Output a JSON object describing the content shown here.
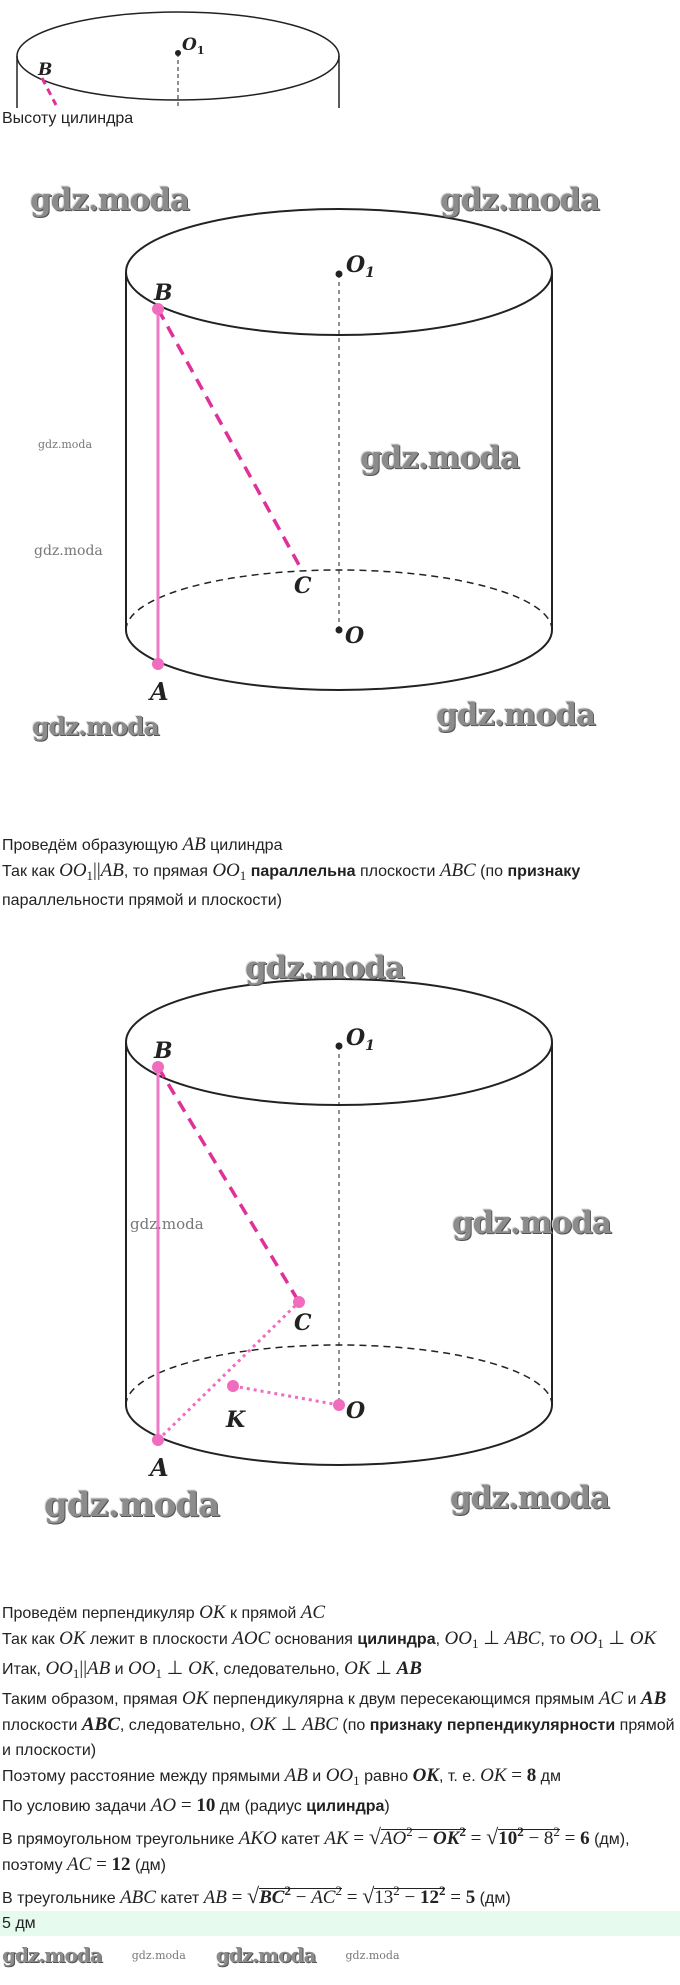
{
  "figure_top": {
    "labels": {
      "B": "B",
      "O1": "O",
      "O1_sub": "1"
    }
  },
  "caption": "Высоту цилиндра",
  "figure1": {
    "labels": {
      "B": "B",
      "O1": "O",
      "O1_sub": "1",
      "C": "C",
      "O": "O",
      "A": "A"
    },
    "watermarks": [
      "gdz.moda",
      "gdz.moda",
      "gdz.moda",
      "gdz.moda",
      "gdz.moda",
      "gdz.moda",
      "gdz.moda"
    ]
  },
  "figure2": {
    "labels": {
      "B": "B",
      "O1": "O",
      "O1_sub": "1",
      "C": "C",
      "O": "O",
      "A": "A",
      "K": "K"
    },
    "watermarks": [
      "gdz.moda",
      "gdz.moda",
      "gdz.moda",
      "gdz.moda",
      "gdz.moda"
    ]
  },
  "text_watermarks": [
    "gdz.moda",
    "gdz.moda",
    "gdz.moda",
    "gdz.moda"
  ],
  "accent_color": "#f06cbf",
  "answer_bg": "#e6faee",
  "block1": [
    [
      {
        "s": "n",
        "t": "Проведём образующую "
      },
      {
        "s": "m",
        "t": "AB"
      },
      {
        "s": "n",
        "t": " цилиндра"
      }
    ],
    [
      {
        "s": "n",
        "t": "Так как "
      },
      {
        "s": "m",
        "t": "OO"
      },
      {
        "s": "sub",
        "t": "1"
      },
      {
        "s": "mr",
        "t": "||"
      },
      {
        "s": "m",
        "t": "AB"
      },
      {
        "s": "n",
        "t": ", то прямая "
      },
      {
        "s": "m",
        "t": "OO"
      },
      {
        "s": "sub",
        "t": "1"
      },
      {
        "s": "n",
        "t": " "
      },
      {
        "s": "b",
        "t": "параллельна"
      },
      {
        "s": "n",
        "t": " плоскости "
      },
      {
        "s": "m",
        "t": "ABC"
      },
      {
        "s": "n",
        "t": " (по "
      },
      {
        "s": "b",
        "t": "признаку"
      },
      {
        "s": "n",
        "t": " параллельности прямой и плоскости)"
      }
    ]
  ],
  "block2": [
    [
      {
        "s": "n",
        "t": "Проведём перпендикуляр "
      },
      {
        "s": "m",
        "t": "OK"
      },
      {
        "s": "n",
        "t": " к прямой "
      },
      {
        "s": "m",
        "t": "AC"
      }
    ],
    [
      {
        "s": "n",
        "t": "Так как "
      },
      {
        "s": "m",
        "t": "OK"
      },
      {
        "s": "n",
        "t": " лежит в плоскости "
      },
      {
        "s": "m",
        "t": "AOC"
      },
      {
        "s": "n",
        "t": " основания "
      },
      {
        "s": "b",
        "t": "цилиндра"
      },
      {
        "s": "n",
        "t": ", "
      },
      {
        "s": "m",
        "t": "OO"
      },
      {
        "s": "sub",
        "t": "1"
      },
      {
        "s": "mr",
        "t": " ⊥ "
      },
      {
        "s": "m",
        "t": "ABC"
      },
      {
        "s": "n",
        "t": ", то "
      },
      {
        "s": "m",
        "t": "OO"
      },
      {
        "s": "sub",
        "t": "1"
      },
      {
        "s": "mr",
        "t": " ⊥ "
      },
      {
        "s": "m",
        "t": "OK"
      }
    ],
    [
      {
        "s": "n",
        "t": "Итак, "
      },
      {
        "s": "m",
        "t": "OO"
      },
      {
        "s": "sub",
        "t": "1"
      },
      {
        "s": "mr",
        "t": "||"
      },
      {
        "s": "m",
        "t": "AB"
      },
      {
        "s": "n",
        "t": " и "
      },
      {
        "s": "m",
        "t": "OO"
      },
      {
        "s": "sub",
        "t": "1"
      },
      {
        "s": "mr",
        "t": " ⊥ "
      },
      {
        "s": "m",
        "t": "OK"
      },
      {
        "s": "n",
        "t": ", следовательно, "
      },
      {
        "s": "m",
        "t": "OK"
      },
      {
        "s": "mr",
        "t": " ⊥ "
      },
      {
        "s": "mb",
        "t": "AB"
      }
    ],
    [
      {
        "s": "n",
        "t": "Таким образом, прямая "
      },
      {
        "s": "m",
        "t": "OK"
      },
      {
        "s": "n",
        "t": " перпендикулярна к двум пересекающимся прямым "
      },
      {
        "s": "m",
        "t": "AC"
      },
      {
        "s": "n",
        "t": " и "
      },
      {
        "s": "mb",
        "t": "AB"
      },
      {
        "s": "n",
        "t": " плоскости "
      },
      {
        "s": "mb",
        "t": "ABC"
      },
      {
        "s": "n",
        "t": ", следовательно, "
      },
      {
        "s": "m",
        "t": "OK"
      },
      {
        "s": "mr",
        "t": " ⊥ "
      },
      {
        "s": "m",
        "t": "ABC"
      },
      {
        "s": "n",
        "t": " (по "
      },
      {
        "s": "b",
        "t": "признаку"
      },
      {
        "s": "n",
        "t": " "
      },
      {
        "s": "b",
        "t": "перпендикулярности"
      },
      {
        "s": "n",
        "t": " прямой и плоскости)"
      }
    ],
    [
      {
        "s": "n",
        "t": "Поэтому расстояние между прямыми "
      },
      {
        "s": "m",
        "t": "AB"
      },
      {
        "s": "n",
        "t": " и "
      },
      {
        "s": "m",
        "t": "OO"
      },
      {
        "s": "sub",
        "t": "1"
      },
      {
        "s": "n",
        "t": " равно "
      },
      {
        "s": "mb",
        "t": "OK"
      },
      {
        "s": "n",
        "t": ", т. е. "
      },
      {
        "s": "m",
        "t": "OK"
      },
      {
        "s": "mr",
        "t": " = "
      },
      {
        "s": "mrb",
        "t": "8"
      },
      {
        "s": "n",
        "t": " дм"
      }
    ],
    [
      {
        "s": "n",
        "t": "По условию задачи "
      },
      {
        "s": "m",
        "t": "AO"
      },
      {
        "s": "mr",
        "t": " = "
      },
      {
        "s": "mrb",
        "t": "10"
      },
      {
        "s": "n",
        "t": " дм (радиус "
      },
      {
        "s": "b",
        "t": "цилиндра"
      },
      {
        "s": "n",
        "t": ")"
      }
    ],
    [
      {
        "s": "n",
        "t": "В прямоугольном треугольнике "
      },
      {
        "s": "m",
        "t": "AKO"
      },
      {
        "s": "n",
        "t": " катет "
      },
      {
        "s": "m",
        "t": "AK"
      },
      {
        "s": "mr",
        "t": " = "
      },
      {
        "s": "sqrt",
        "t": "√"
      },
      {
        "s": "rad",
        "parts": [
          {
            "s": "m",
            "t": "AO"
          },
          {
            "s": "sup",
            "t": "2"
          },
          {
            "s": "mr",
            "t": " − "
          },
          {
            "s": "mb",
            "t": "OK"
          },
          {
            "s": "supb",
            "t": "2"
          }
        ]
      },
      {
        "s": "mr",
        "t": " = "
      },
      {
        "s": "sqrt",
        "t": "√"
      },
      {
        "s": "rad",
        "parts": [
          {
            "s": "mrb",
            "t": "10"
          },
          {
            "s": "supb",
            "t": "2"
          },
          {
            "s": "mr",
            "t": " − 8"
          },
          {
            "s": "sup",
            "t": "2"
          }
        ]
      },
      {
        "s": "mr",
        "t": " = "
      },
      {
        "s": "mrb",
        "t": "6"
      },
      {
        "s": "n",
        "t": " (дм), поэтому "
      },
      {
        "s": "m",
        "t": "AC"
      },
      {
        "s": "mr",
        "t": " = "
      },
      {
        "s": "mrb",
        "t": "12"
      },
      {
        "s": "n",
        "t": " (дм)"
      }
    ],
    [
      {
        "s": "n",
        "t": "В треугольнике "
      },
      {
        "s": "m",
        "t": "ABC"
      },
      {
        "s": "n",
        "t": " катет "
      },
      {
        "s": "m",
        "t": "AB"
      },
      {
        "s": "mr",
        "t": " = "
      },
      {
        "s": "sqrt",
        "t": "√"
      },
      {
        "s": "rad",
        "parts": [
          {
            "s": "mb",
            "t": "BC"
          },
          {
            "s": "supb",
            "t": "2"
          },
          {
            "s": "mr",
            "t": " − "
          },
          {
            "s": "m",
            "t": "AC"
          },
          {
            "s": "sup",
            "t": "2"
          }
        ]
      },
      {
        "s": "mr",
        "t": " = "
      },
      {
        "s": "sqrt",
        "t": "√"
      },
      {
        "s": "rad",
        "parts": [
          {
            "s": "mr",
            "t": "13"
          },
          {
            "s": "sup",
            "t": "2"
          },
          {
            "s": "mr",
            "t": " − "
          },
          {
            "s": "mrb",
            "t": "12"
          },
          {
            "s": "supb",
            "t": "2"
          }
        ]
      },
      {
        "s": "mr",
        "t": " = "
      },
      {
        "s": "mrb",
        "t": "5"
      },
      {
        "s": "n",
        "t": " (дм)"
      }
    ]
  ],
  "answer": "5 дм"
}
